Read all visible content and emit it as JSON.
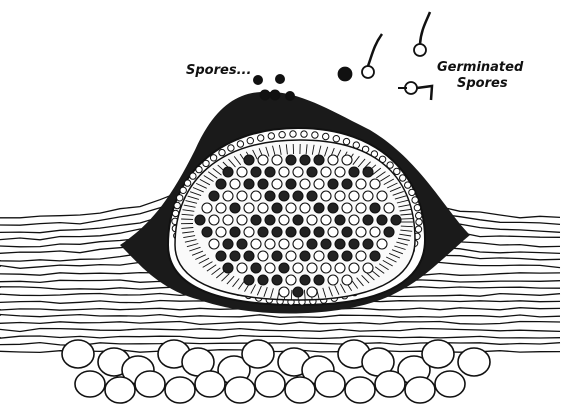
{
  "labels": {
    "spores": "Spores...",
    "germinated_line1": "Germinated",
    "germinated_line2": "Spores"
  },
  "colors": {
    "ink": "#111111",
    "paper": "#ffffff"
  }
}
